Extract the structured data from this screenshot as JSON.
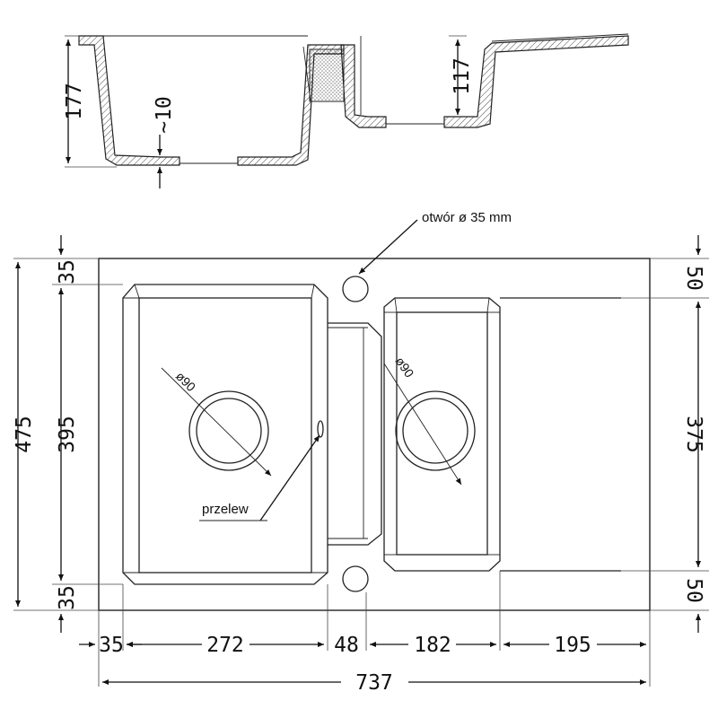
{
  "labels": {
    "hole": "otwór ø 35 mm",
    "overflow": "przelew",
    "drain_left": "ø90",
    "drain_right": "ø90"
  },
  "dimensions": {
    "height_total": "177",
    "bottom_thickness": "~10",
    "bowl_right_depth": "117",
    "total_depth": "475",
    "bowl_left_depth": "395",
    "left_margin_top": "35",
    "left_margin_bottom": "35",
    "right_margin_top": "50",
    "right_margin_bottom": "50",
    "bowl_right_depth_plan": "375",
    "w_margin": "35",
    "w_bowl_left": "272",
    "w_middle": "48",
    "w_bowl_right": "182",
    "w_drainer": "195",
    "w_total": "737"
  }
}
